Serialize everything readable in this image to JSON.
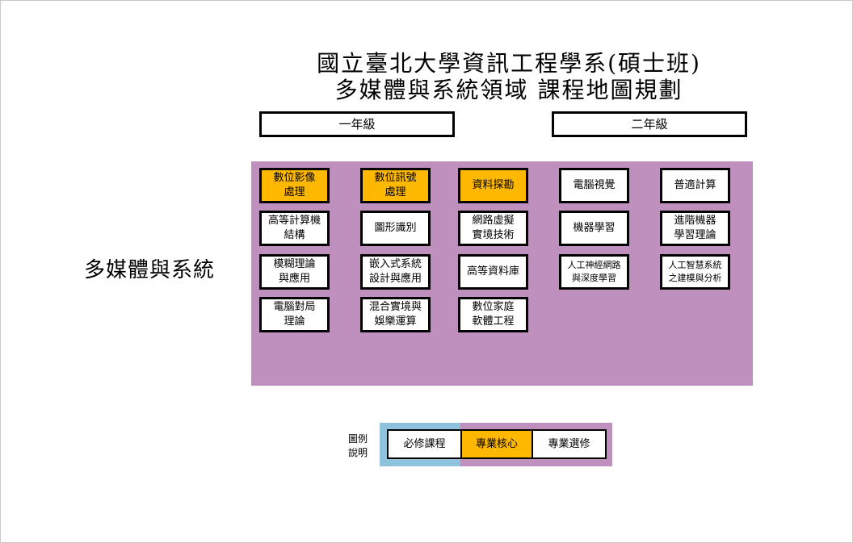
{
  "title_line1": "國立臺北大學資訊工程學系(碩士班)",
  "title_line2": "多媒體與系統領域 課程地圖規劃",
  "years": {
    "first": "一年級",
    "second": "二年級"
  },
  "domain_label": "多媒體與系統",
  "courses": [
    {
      "label": "數位影像\n處理",
      "type": "core"
    },
    {
      "label": "數位訊號\n處理",
      "type": "core"
    },
    {
      "label": "資料探勘",
      "type": "core"
    },
    {
      "label": "電腦視覺",
      "type": "elective"
    },
    {
      "label": "普適計算",
      "type": "elective"
    },
    {
      "label": "高等計算機\n結構",
      "type": "elective"
    },
    {
      "label": "圖形識別",
      "type": "elective"
    },
    {
      "label": "網路虛擬\n實境技術",
      "type": "elective"
    },
    {
      "label": "機器學習",
      "type": "elective"
    },
    {
      "label": "進階機器\n學習理論",
      "type": "elective"
    },
    {
      "label": "模糊理論\n與應用",
      "type": "elective"
    },
    {
      "label": "嵌入式系統\n設計與應用",
      "type": "elective"
    },
    {
      "label": "高等資料庫",
      "type": "elective"
    },
    {
      "label": "人工神經網路\n與深度學習",
      "type": "elective"
    },
    {
      "label": "人工智慧系統\n之建模與分析",
      "type": "elective"
    },
    {
      "label": "電腦對局\n理論",
      "type": "elective"
    },
    {
      "label": "混合實境與\n娛樂運算",
      "type": "elective"
    },
    {
      "label": "數位家庭\n軟體工程",
      "type": "elective"
    }
  ],
  "legend": {
    "label": "圖例\n說明",
    "required": "必修課程",
    "core": "專業核心",
    "elective": "專業選修"
  },
  "colors": {
    "core": "#ffb800",
    "panel": "#bf8fbd",
    "required_bg": "#8fc2dd"
  }
}
